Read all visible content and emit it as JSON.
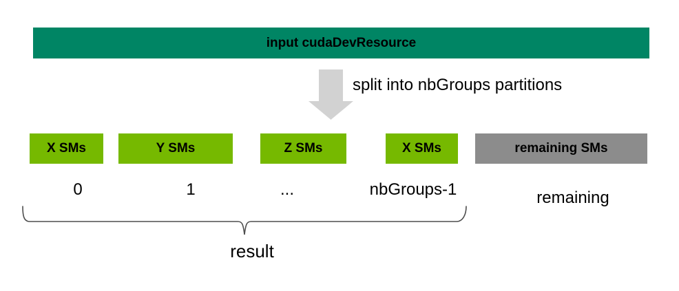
{
  "colors": {
    "banner_teal": "#008564",
    "partition_green": "#76B900",
    "remaining_gray": "#8C8C8C",
    "arrow_gray": "#D2D2D2",
    "brace_gray": "#4D4D4D",
    "text_black": "#000000"
  },
  "banner": {
    "label": "input cudaDevResource"
  },
  "split": {
    "arrow_icon": "down-arrow",
    "label": "split into nbGroups partitions"
  },
  "partitions": [
    {
      "label": "X SMs",
      "index": "0",
      "color": "green"
    },
    {
      "label": "Y SMs",
      "index": "1",
      "color": "green"
    },
    {
      "label": "Z SMs",
      "index": "...",
      "color": "green"
    },
    {
      "label": "X SMs",
      "index": "nbGroups-1",
      "color": "green"
    },
    {
      "label": "remaining SMs",
      "index": "remaining",
      "color": "gray"
    }
  ],
  "result": {
    "label": "result"
  }
}
